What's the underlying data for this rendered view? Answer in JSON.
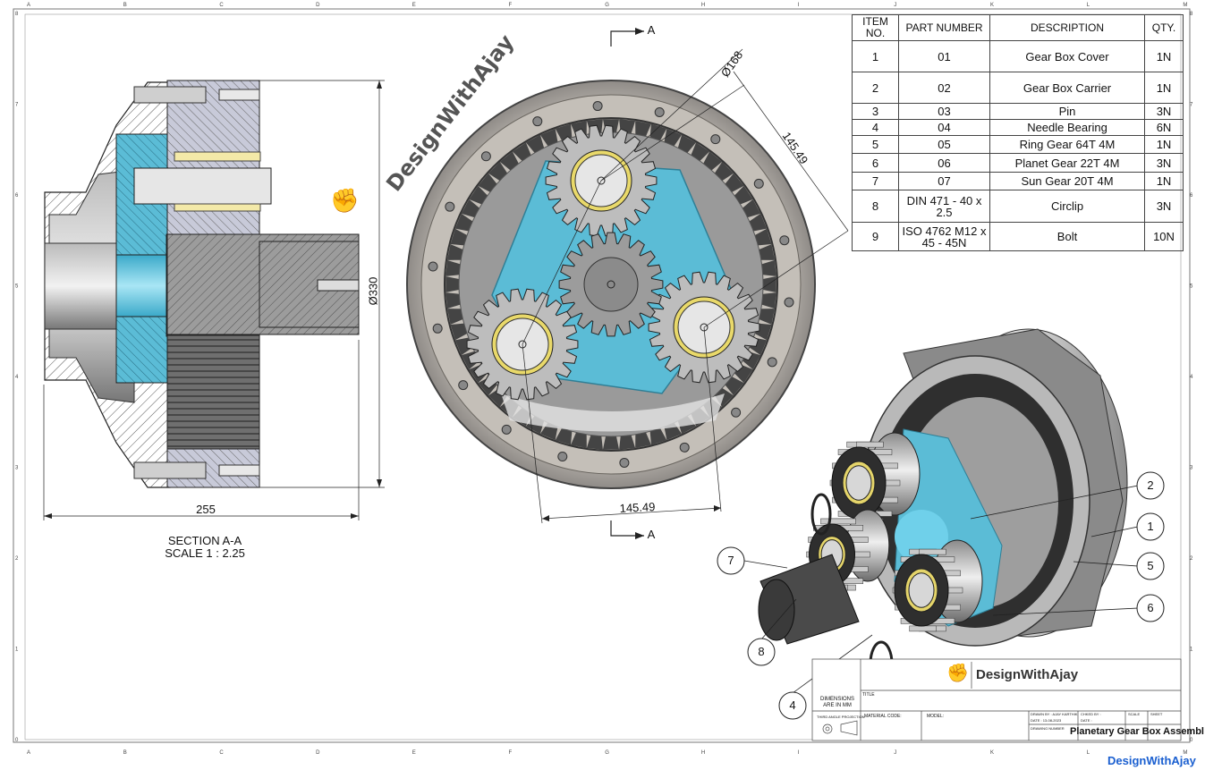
{
  "bom": {
    "headers": [
      "ITEM NO.",
      "PART NUMBER",
      "DESCRIPTION",
      "QTY."
    ],
    "rows": [
      [
        "1",
        "01",
        "Gear Box Cover",
        "1N"
      ],
      [
        "2",
        "02",
        "Gear Box Carrier",
        "1N"
      ],
      [
        "3",
        "03",
        "Pin",
        "3N"
      ],
      [
        "4",
        "04",
        "Needle Bearing",
        "6N"
      ],
      [
        "5",
        "05",
        "Ring Gear 64T 4M",
        "1N"
      ],
      [
        "6",
        "06",
        "Planet Gear 22T 4M",
        "3N"
      ],
      [
        "7",
        "07",
        "Sun Gear  20T 4M",
        "1N"
      ],
      [
        "8",
        "DIN 471 - 40 x 2.5",
        "Circlip",
        "3N"
      ],
      [
        "9",
        "ISO 4762 M12 x 45 - 45N",
        "Bolt",
        "10N"
      ]
    ]
  },
  "grid": {
    "columns": [
      "A",
      "B",
      "C",
      "D",
      "E",
      "F",
      "G",
      "H",
      "I",
      "J",
      "K",
      "L",
      "M"
    ],
    "rows": [
      "8",
      "7",
      "6",
      "5",
      "4",
      "3",
      "2",
      "1",
      "0"
    ]
  },
  "dimensions": {
    "width": "255",
    "diameter": "Ø330",
    "bolt_circle": "Ø168",
    "pitch_diag": "145.49",
    "pitch_bottom": "145.49"
  },
  "section": {
    "marker_top": "A",
    "marker_bottom": "A",
    "title": "SECTION A-A",
    "scale": "SCALE 1 : 2.25"
  },
  "balloons": [
    "1",
    "2",
    "4",
    "5",
    "6",
    "7",
    "8"
  ],
  "watermark": "DesignWithAjay",
  "title_block": {
    "brand": "DesignWithAjay",
    "dims_note": "DIMENSIONS ARE IN MM",
    "title_label": "TITLE",
    "material_label": "MATERIAL CODE:",
    "model_label": "MODEL:",
    "drawn_by": "DRAWN BY : AJAY KARTHIK",
    "checked_by": "CHKED BY :",
    "date": "DATE : 13-08-2023",
    "date2": "DATE :",
    "scale_label": "SCALE",
    "sheet_label": "SHEET",
    "drawing_number_label": "DRAWING NUMBER",
    "projection_label": "THIRD ANGLE PROJECTION",
    "drawing_title": "Planetary Gear Box Assembly"
  },
  "footer_brand": "DesignWithAjay",
  "colors": {
    "blue": "#5bbcd6",
    "gray": "#b9b6b1",
    "dark": "#3a3a3a"
  }
}
